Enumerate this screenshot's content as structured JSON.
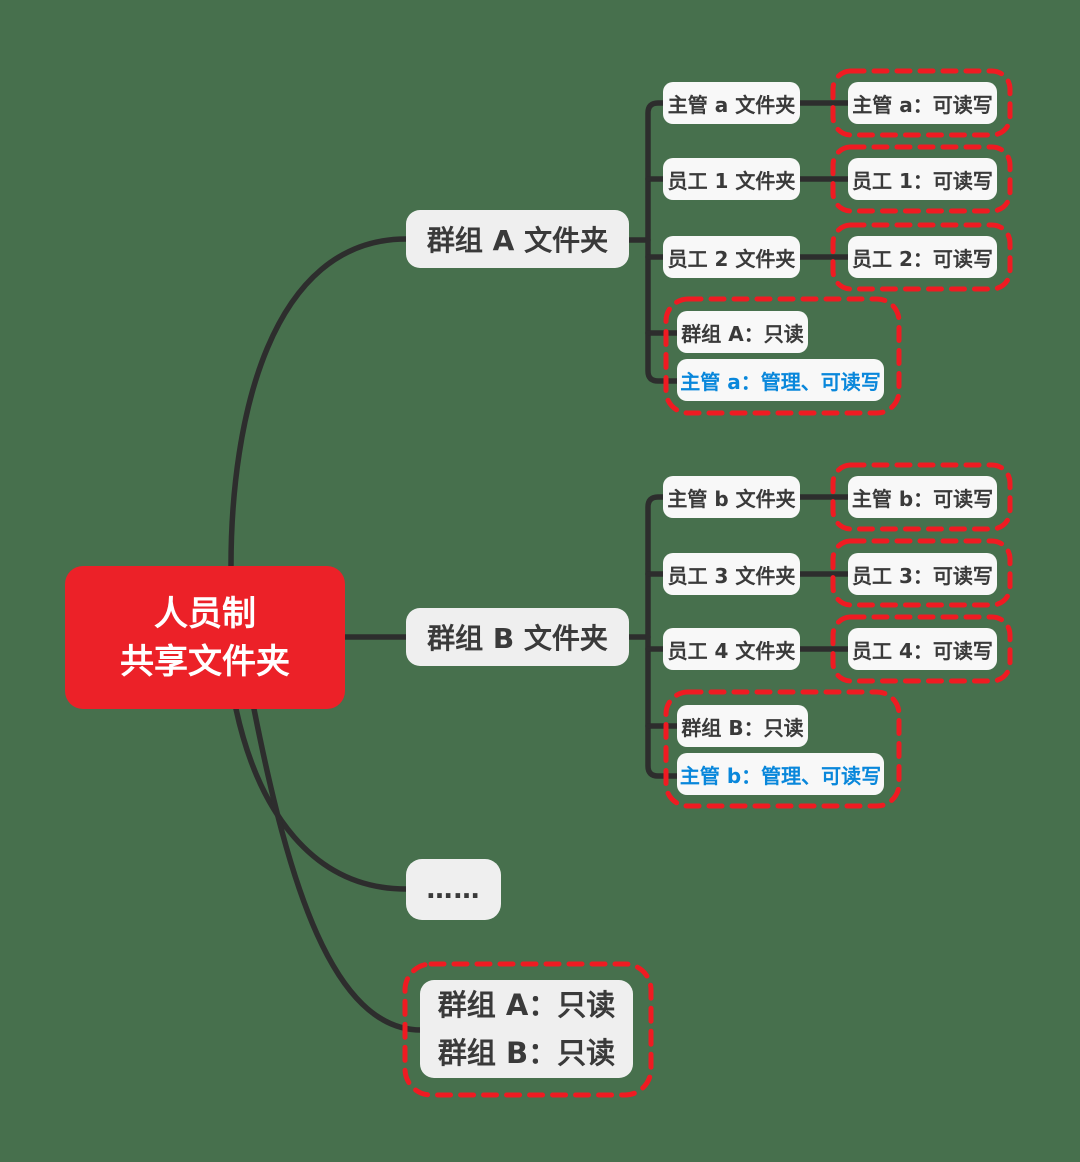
{
  "root": {
    "lines": [
      "人员制",
      "共享文件夹"
    ]
  },
  "group_a": {
    "label": "群组 A 文件夹",
    "rows": [
      {
        "folder": "主管 a 文件夹",
        "permission": "主管 a：可读写"
      },
      {
        "folder": "员工 1 文件夹",
        "permission": "员工 1：可读写"
      },
      {
        "folder": "员工 2 文件夹",
        "permission": "员工 2：可读写"
      }
    ],
    "inherited": {
      "group": "群组 A：只读",
      "manager": "主管 a：管理、可读写"
    }
  },
  "group_b": {
    "label": "群组 B 文件夹",
    "rows": [
      {
        "folder": "主管 b 文件夹",
        "permission": "主管 b：可读写"
      },
      {
        "folder": "员工 3 文件夹",
        "permission": "员工 3：可读写"
      },
      {
        "folder": "员工 4 文件夹",
        "permission": "员工 4：可读写"
      }
    ],
    "inherited": {
      "group": "群组 B：只读",
      "manager": "主管 b：管理、可读写"
    }
  },
  "ellipsis": "……",
  "summary": {
    "lines": [
      "群组 A：只读",
      "群组 B：只读"
    ]
  },
  "colors": {
    "background": "#47704D",
    "connector": "#2D2D2D",
    "root_red": "#EC2128",
    "dash_red": "#EF1B22",
    "node_gray": "#EFEFEF",
    "node_light": "#F8F8F8",
    "text_dark": "#3A3A3A",
    "highlight_blue": "#0987DB",
    "root_text": "#FFFFFF"
  }
}
